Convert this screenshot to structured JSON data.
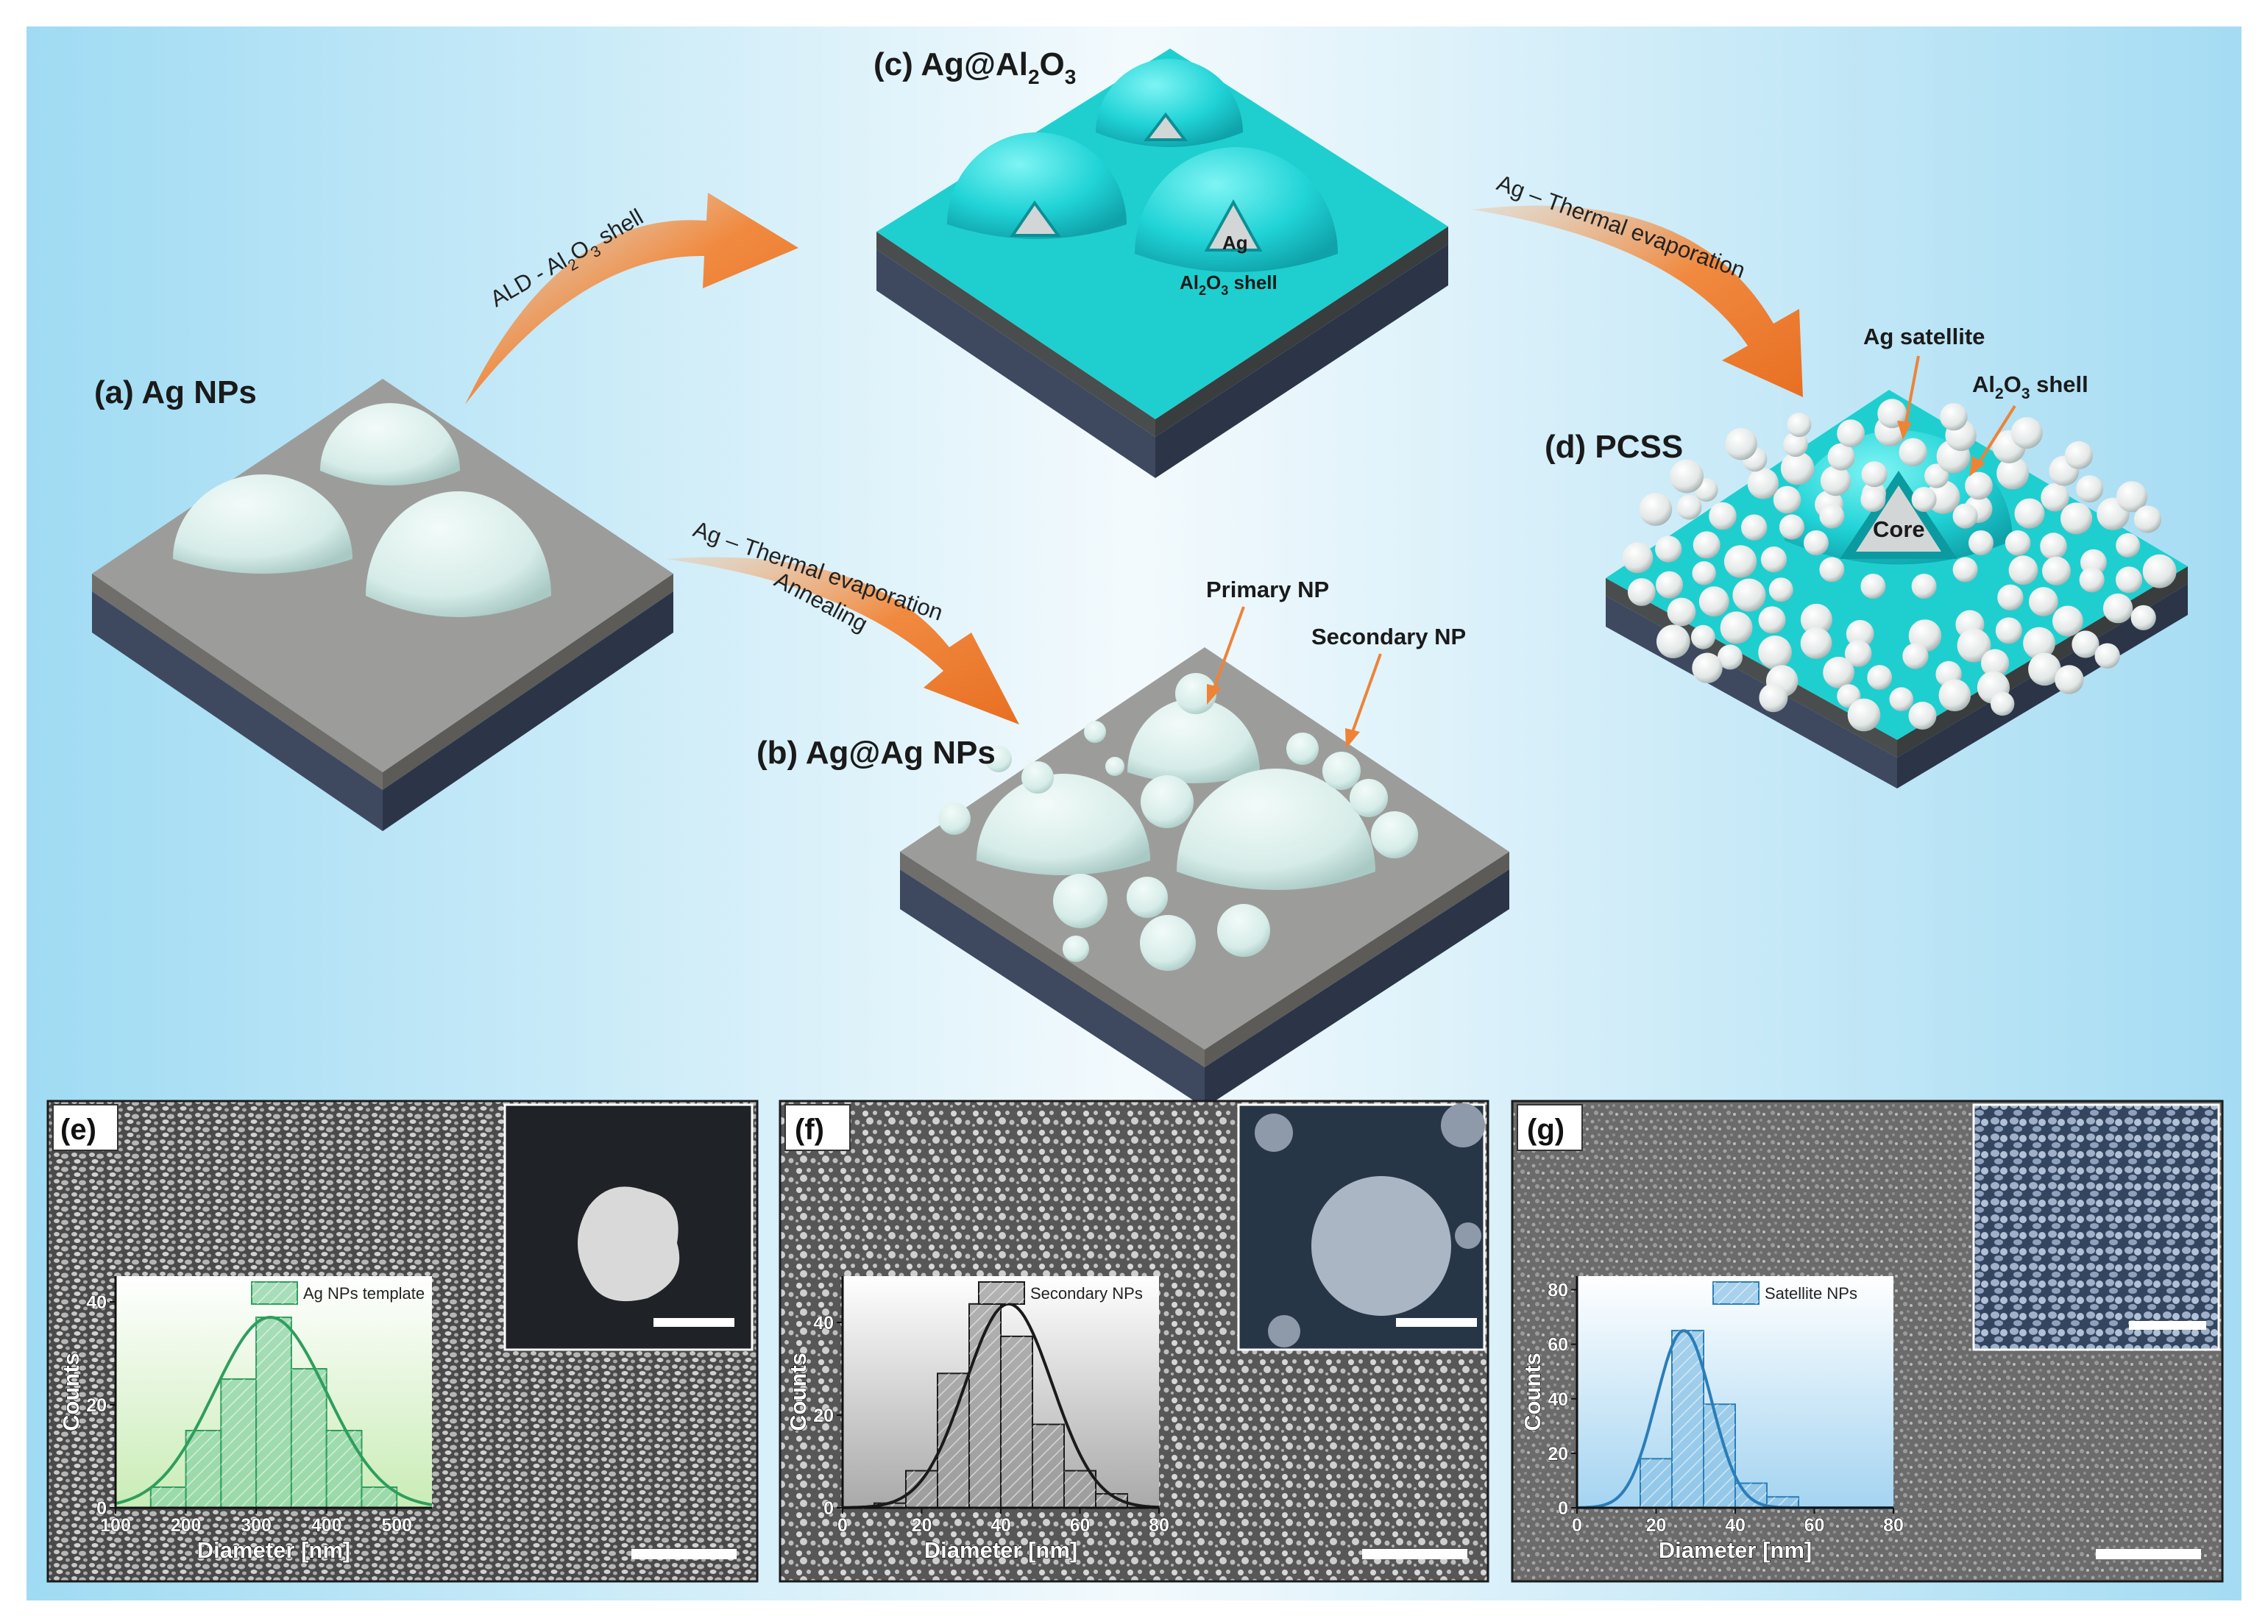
{
  "scheme": {
    "panels": {
      "a": "(a) Ag NPs",
      "b": "(b) Ag@Ag NPs",
      "c_prefix": "(c) Ag@Al",
      "c_sub1": "2",
      "c_mid": "O",
      "c_sub2": "3",
      "d": "(d) PCSS"
    },
    "arrows": {
      "ald_prefix": "ALD - Al",
      "ald_sub1": "2",
      "ald_mid": "O",
      "ald_sub2": "3",
      "ald_suffix": " shell",
      "thermal_top": "Ag – Thermal evaporation",
      "thermal_bottom": "Ag – Thermal evaporation",
      "annealing": "Annealing"
    },
    "callouts": {
      "c_ag": "Ag",
      "c_shell_prefix": "Al",
      "c_shell_sub1": "2",
      "c_shell_mid": "O",
      "c_shell_sub2": "3",
      "c_shell_suffix": " shell",
      "primary": "Primary NP",
      "secondary": "Secondary NP",
      "satellite": "Ag satellite",
      "d_shell_prefix": "Al",
      "d_shell_sub1": "2",
      "d_shell_mid": "O",
      "d_shell_sub2": "3",
      "d_shell_suffix": " shell",
      "core": "Core"
    },
    "colors": {
      "background_left": "#a7def4",
      "background_mid": "#eef8fc",
      "substrate_gray": "#9c9d9b",
      "substrate_teal": "#1fcfcf",
      "base_layer": "#3c475f",
      "arrow": "#ee8338",
      "particle": "#dcefec"
    }
  },
  "sem_panels": [
    {
      "label": "(e)",
      "legend": "Ag NPs template",
      "color": "#2e9e5c",
      "histogram_color": "#8bd3a3",
      "chart_data": {
        "type": "bar",
        "xlabel": "Diameter [nm]",
        "ylabel": "Counts",
        "x_ticks": [
          "100",
          "200",
          "300",
          "400",
          "500"
        ],
        "y_ticks": [
          "0",
          "20",
          "40"
        ],
        "xlim": [
          100,
          550
        ],
        "ylim": [
          0,
          45
        ],
        "bin_width": 50,
        "bin_starts": [
          150,
          200,
          250,
          300,
          350,
          400,
          450,
          500
        ],
        "values": [
          4,
          15,
          25,
          37,
          27,
          15,
          4,
          0
        ],
        "fit": "gaussian",
        "fit_mean": 320,
        "fit_sigma": 80,
        "fit_peak": 37
      }
    },
    {
      "label": "(f)",
      "legend": "Secondary NPs",
      "color": "#1a1a1a",
      "histogram_color": "#9a9a9a",
      "chart_data": {
        "type": "bar",
        "xlabel": "Diameter [nm]",
        "ylabel": "Counts",
        "x_ticks": [
          "0",
          "20",
          "40",
          "60",
          "80"
        ],
        "y_ticks": [
          "0",
          "20",
          "40"
        ],
        "xlim": [
          0,
          80
        ],
        "ylim": [
          0,
          50
        ],
        "bin_width": 8,
        "bin_starts": [
          8,
          16,
          24,
          32,
          40,
          48,
          56,
          64,
          72
        ],
        "values": [
          1,
          8,
          29,
          44,
          37,
          18,
          8,
          3,
          0
        ],
        "fit": "gaussian",
        "fit_mean": 42,
        "fit_sigma": 11,
        "fit_peak": 44
      }
    },
    {
      "label": "(g)",
      "legend": "Satellite NPs",
      "color": "#2a7db8",
      "histogram_color": "#8cc3e6",
      "chart_data": {
        "type": "bar",
        "xlabel": "Diameter [nm]",
        "ylabel": "Counts",
        "x_ticks": [
          "0",
          "20",
          "40",
          "60",
          "80"
        ],
        "y_ticks": [
          "0",
          "20",
          "40",
          "60",
          "80"
        ],
        "xlim": [
          0,
          80
        ],
        "ylim": [
          0,
          85
        ],
        "bin_width": 8,
        "bin_starts": [
          8,
          16,
          24,
          32,
          40,
          48,
          56
        ],
        "values": [
          0,
          18,
          65,
          38,
          9,
          4,
          0
        ],
        "fit": "gaussian",
        "fit_mean": 27,
        "fit_sigma": 7,
        "fit_peak": 65
      }
    }
  ]
}
